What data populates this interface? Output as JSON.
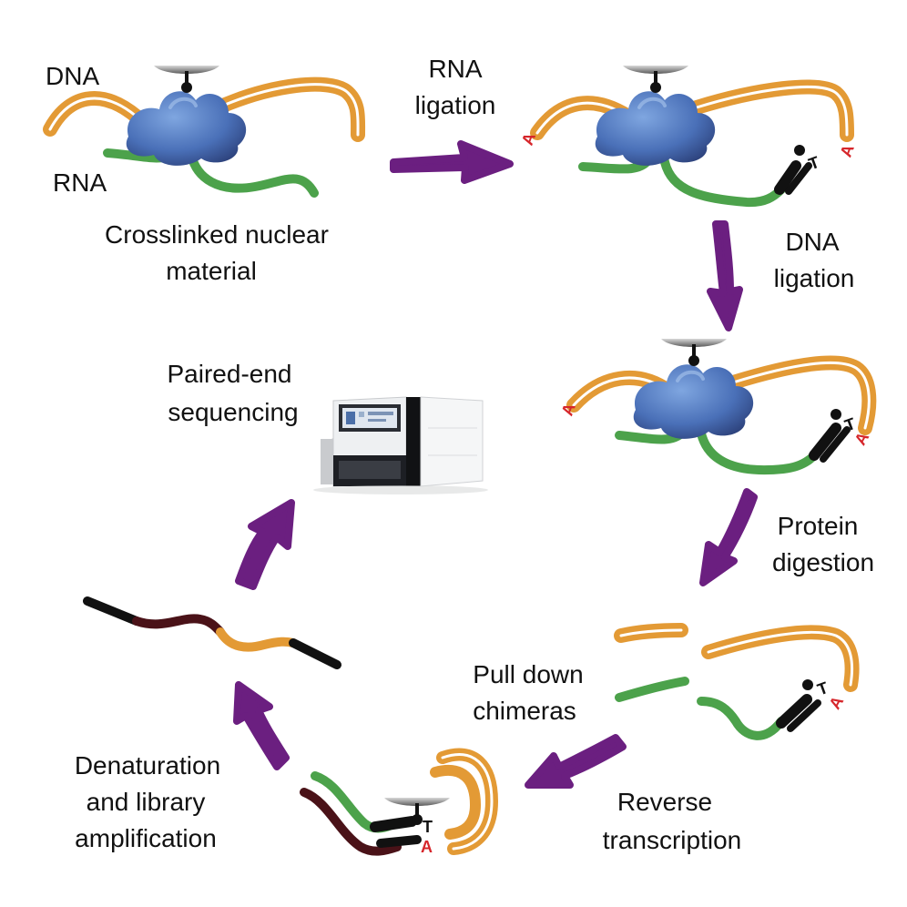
{
  "colors": {
    "dna": "#e39a35",
    "rna": "#4ca24b",
    "protein": "#4a70b8",
    "arrow": "#6b1f80",
    "adapter": "#111111",
    "base_letter": "#d6262b",
    "cdna": "#4a1218",
    "machine": "#eef0f2"
  },
  "labels": {
    "dna": "DNA",
    "rna": "RNA",
    "crosslinked_line1": "Crosslinked nuclear",
    "crosslinked_line2": "material",
    "rna_ligation_line1": "RNA",
    "rna_ligation_line2": "ligation",
    "dna_ligation_line1": "DNA",
    "dna_ligation_line2": "ligation",
    "protein_digestion_line1": "Protein",
    "protein_digestion_line2": "digestion",
    "pull_down_line1": "Pull down",
    "pull_down_line2": "chimeras",
    "reverse_line1": "Reverse",
    "reverse_line2": "transcription",
    "denaturation_line1": "Denaturation",
    "denaturation_line2": "and library",
    "denaturation_line3": "amplification",
    "paired_end_line1": "Paired-end",
    "paired_end_line2": "sequencing"
  },
  "base_letters": {
    "a": "A",
    "t": "T"
  },
  "icons": [
    "protein-complex-icon",
    "crosslink-pin-icon",
    "sequencer-machine-icon",
    "process-arrow-icon"
  ]
}
